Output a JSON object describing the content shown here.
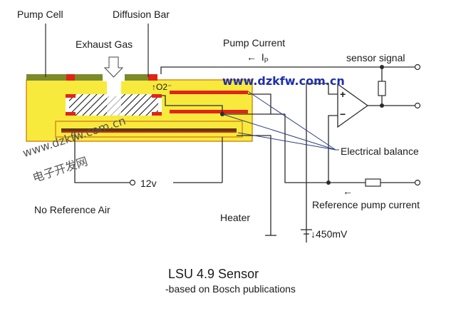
{
  "labels": {
    "pump_cell": "Pump Cell",
    "diffusion_bar": "Diffusion Bar",
    "exhaust_gas": "Exhaust Gas",
    "pump_current": "Pump Current",
    "ip_arrow": "←",
    "ip": "I",
    "ip_sub": "P",
    "sensor_signal": "sensor signal",
    "o2": "↑O2⁻",
    "electrical_balance": "Electrical balance",
    "voltage_12": "12v",
    "no_reference_air": "No Reference Air",
    "heater": "Heater",
    "reference_pump_current": "Reference pump current",
    "ref_arrow": "←",
    "v450": "450mV",
    "v450_arrow": "↓",
    "opamp_plus": "+",
    "opamp_minus": "−",
    "title": "LSU 4.9 Sensor",
    "subtitle": "-based on Bosch publications"
  },
  "watermarks": {
    "url_top": "www.dzkfw.com.cn",
    "url_diag": "www.dzkfw.com.cn",
    "cn_text": "电子开发网"
  },
  "colors": {
    "sensor_yellow": "#f7ea3c",
    "outline": "#d88a1e",
    "electrode_red": "#e02418",
    "top_layer": "#7d8a2c",
    "wire": "#2b2b2b",
    "balance_line": "#2c3f82",
    "watermark_blue": "#1f2fa8"
  }
}
